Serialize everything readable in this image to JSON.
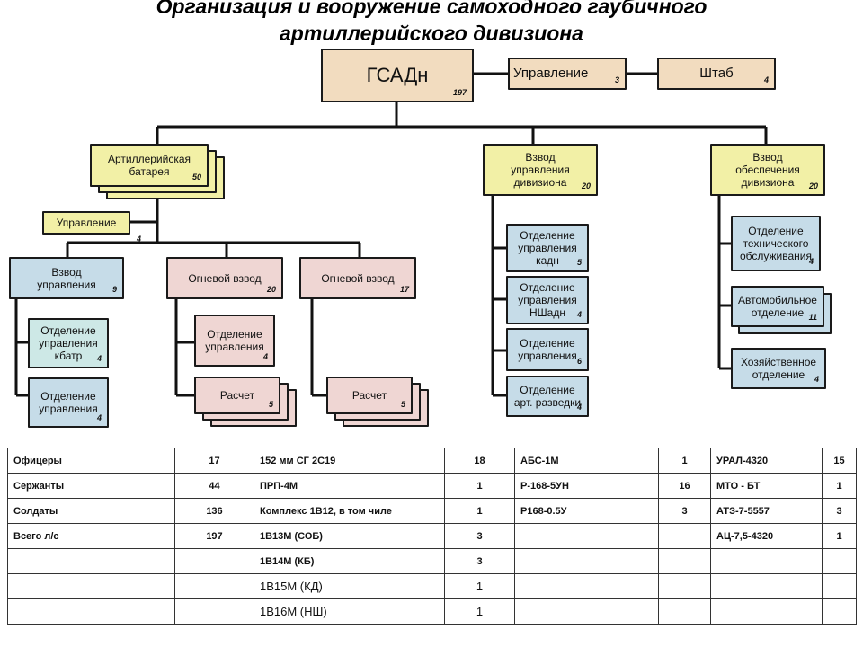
{
  "title": {
    "line1": "Организация и вооружение самоходного гаубичного",
    "line2": "артиллерийского дивизиона"
  },
  "colors": {
    "yellow": "#f2f0a6",
    "blue": "#c6dce8",
    "pink": "#efd6d3",
    "teal": "#cde8e6",
    "hq": "#f2dcbf"
  },
  "org": {
    "gsadn": {
      "label": "ГСАДн",
      "num": "197"
    },
    "upravlenie_top": {
      "label": "Управление",
      "num": "3"
    },
    "shtab": {
      "label": "Штаб",
      "num": "4"
    },
    "art_batareya": {
      "label": "Артиллерийская\nбатарея",
      "num": "50"
    },
    "upravlenie_bat": {
      "label": "Управление",
      "num": "4"
    },
    "vzvod_upr": {
      "label": "Взвод\nуправления",
      "num": "9"
    },
    "otd_upr_kbatr": {
      "label": "Отделение\nуправления\nкбатр",
      "num": "4"
    },
    "otd_upr_bat": {
      "label": "Отделение\nуправления",
      "num": "4"
    },
    "ognevoy_vzvod_1": {
      "label": "Огневой взвод",
      "num": "20"
    },
    "otd_upr_ogn": {
      "label": "Отделение\nуправления",
      "num": "4"
    },
    "raschet_1": {
      "label": "Расчет",
      "num": "5"
    },
    "ognevoy_vzvod_2": {
      "label": "Огневой взвод",
      "num": "17"
    },
    "raschet_2": {
      "label": "Расчет",
      "num": "5"
    },
    "vzvod_upr_div": {
      "label": "Взвод\nуправления\nдивизиона",
      "num": "20"
    },
    "otd_upr_kadn": {
      "label": "Отделение\nуправления\nкадн",
      "num": "5"
    },
    "otd_upr_nshadn": {
      "label": "Отделение\nуправления\nНШадн",
      "num": "4"
    },
    "otd_upr_6": {
      "label": "Отделение\nуправления",
      "num": "6"
    },
    "otd_art_razv": {
      "label": "Отделение\nарт. разведки",
      "num": "4"
    },
    "vzvod_obesp": {
      "label": "Взвод\nобеспечения\nдивизиона",
      "num": "20"
    },
    "otd_tech": {
      "label": "Отделение\nтехнического\nобслуживания",
      "num": "4"
    },
    "avto_otd": {
      "label": "Автомобильное\nотделение",
      "num": "11"
    },
    "hoz_otd": {
      "label": "Хозяйственное\nотделение",
      "num": "4"
    }
  },
  "table": [
    [
      "Офицеры",
      "17",
      "152 мм СГ 2С19",
      "18",
      "АБС-1М",
      "1",
      "УРАЛ-4320",
      "15"
    ],
    [
      "Сержанты",
      "44",
      "ПРП-4М",
      "1",
      "Р-168-5УН",
      "16",
      "МТО - БТ",
      "1"
    ],
    [
      "Солдаты",
      "136",
      "Комплекс 1В12, в том чиле",
      "1",
      "Р168-0.5У",
      "3",
      "АТЗ-7-5557",
      "3"
    ],
    [
      "Всего л/с",
      "197",
      "1В13М (СОБ)",
      "3",
      "",
      "",
      "АЦ-7,5-4320",
      "1"
    ],
    [
      "",
      "",
      "1В14М (КБ)",
      "3",
      "",
      "",
      "",
      ""
    ],
    [
      "",
      "",
      "1В15М (КД)",
      "1",
      "",
      "",
      "",
      ""
    ],
    [
      "",
      "",
      "1В16М (НШ)",
      "1",
      "",
      "",
      "",
      ""
    ]
  ]
}
